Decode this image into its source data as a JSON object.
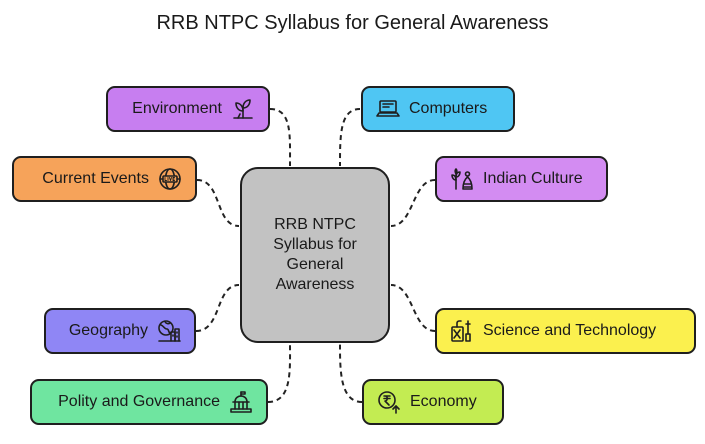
{
  "title": "RRB NTPC Syllabus for General Awareness",
  "center": {
    "label": "RRB NTPC Syllabus for General Awareness"
  },
  "colors": {
    "environment": "#c77ef0",
    "current_events": "#f6a35a",
    "geography": "#8f86f5",
    "polity": "#6fe5a0",
    "computers": "#4fc6f3",
    "indian_culture": "#d38cf2",
    "science": "#fbf04e",
    "economy": "#c3ec52",
    "center": "#c2c2c2"
  },
  "nodes": {
    "environment": {
      "label": "Environment",
      "icon": "leaf-sprout-icon"
    },
    "current_events": {
      "label": "Current Events",
      "icon": "live-globe-icon"
    },
    "geography": {
      "label": "Geography",
      "icon": "globe-buildings-icon"
    },
    "polity": {
      "label": "Polity and Governance",
      "icon": "government-building-icon"
    },
    "computers": {
      "label": "Computers",
      "icon": "laptop-icon"
    },
    "indian_culture": {
      "label": "Indian Culture",
      "icon": "culture-tree-icon"
    },
    "science": {
      "label": "Science and Technology",
      "icon": "science-tools-icon"
    },
    "economy": {
      "label": "Economy",
      "icon": "rupee-growth-icon"
    }
  }
}
